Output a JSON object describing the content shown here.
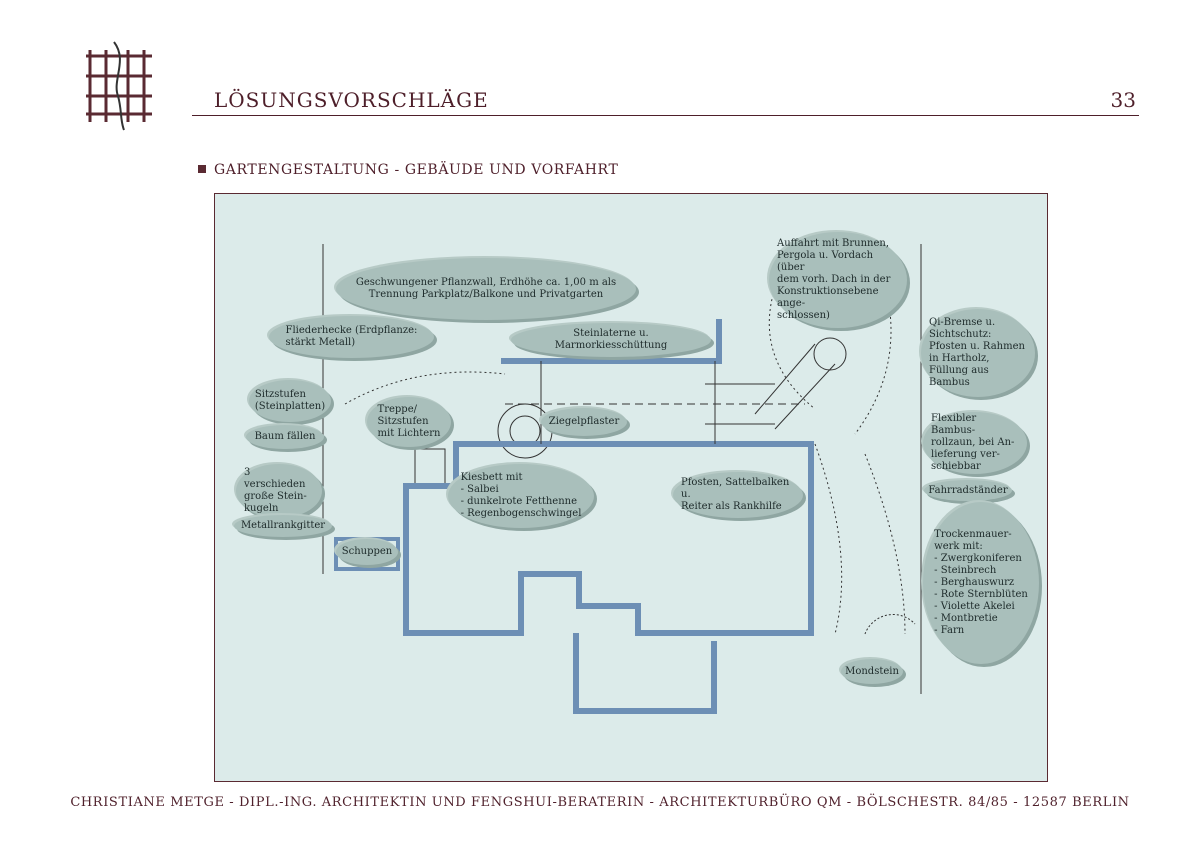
{
  "header": {
    "title": "LÖSUNGSVORSCHLÄGE",
    "page_number": "33"
  },
  "section": {
    "title": "GARTENGESTALTUNG - GEBÄUDE UND VORFAHRT"
  },
  "plan": {
    "labels": [
      "Geschwungener Pflanzwall, Erdhöhe ca. 1,00 m als\nTrennung Parkplatz/Balkone und Privatgarten",
      "Fliederhecke (Erdpflanze:\nstärkt Metall)",
      "Steinlaterne u. Marmorkiesschüttung",
      "Sitzstufen\n(Steinplatten)",
      "Treppe/\nSitzstufen\nmit Lichtern",
      "Ziegelpflaster",
      "Baum fällen",
      "3 verschieden\ngroße Stein-\nkugeln",
      "Kiesbett mit\n- Salbei\n- dunkelrote Fetthenne\n- Regenbogenschwingel",
      "Metallrankgitter",
      "Schuppen",
      "Auffahrt mit Brunnen,\nPergola u. Vordach (über\ndem vorh. Dach in der\nKonstruktionsebene ange-\nschlossen)",
      "Qi-Bremse u.\nSichtschutz:\nPfosten u. Rahmen\nin Hartholz,\nFüllung aus Bambus",
      "Pfosten, Sattelbalken u.\nReiter als Rankhilfe",
      "Flexibler Bambus-\nrollzaun, bei An-\nlieferung ver-\nschiebbar",
      "Fahrradständer",
      "Trockenmauer-\nwerk mit:\n- Zwergkoniferen\n- Steinbrech\n- Berghauswurz\n- Rote Sternblüten\n- Violette Akelei\n- Montbretie\n- Farn",
      "Mondstein"
    ]
  },
  "footer": {
    "text": "CHRISTIANE METGE - DIPL.-ING. ARCHITEKTIN UND FENGSHUI-BERATERIN - ARCHITEKTURBÜRO QM - BÖLSCHESTR. 84/85 - 12587 BERLIN"
  },
  "colors": {
    "brand": "#4e1f2a",
    "plan_bg": "#dcebea",
    "cloud": "#a9bfbb",
    "wall": "#6d8fb5"
  }
}
